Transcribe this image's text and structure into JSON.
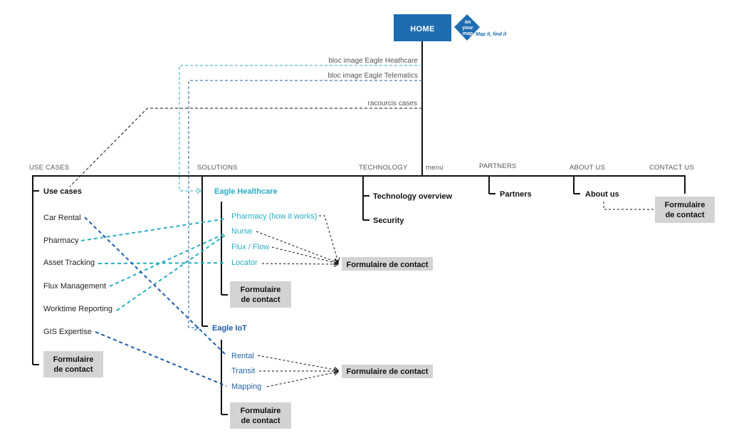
{
  "home": {
    "label": "HOME"
  },
  "logo": {
    "lines": [
      "on",
      "your",
      "map"
    ],
    "tagline": "Map it, find it"
  },
  "annotations": {
    "healthcare_image": "bloc image Eagle Heathcare",
    "telematics_image": "bloc image Eagle Telematics",
    "shortcuts": "racourcis cases",
    "menu": "menu"
  },
  "sections": {
    "use_cases": "USE CASES",
    "solutions": "SOLUTIONS",
    "technology": "TECHNOLOGY",
    "partners": "PARTNERS",
    "about_us": "ABOUT US",
    "contact_us": "CONTACT US"
  },
  "use_cases": {
    "title": "Use cases",
    "items": [
      "Car Rental",
      "Pharmacy",
      "Asset Tracking",
      "Flux Management",
      "Worktime Reporting",
      "GIS Expertise"
    ],
    "contact_form": [
      "Formulaire",
      "de contact"
    ]
  },
  "healthcare": {
    "title": "Eagle Healthcare",
    "items": [
      "Pharmacy (how it works)",
      "Nurse",
      "Flux / Flow",
      "Locator"
    ],
    "contact_form": [
      "Formulaire",
      "de contact"
    ],
    "shared_contact_form": "Formulaire de contact"
  },
  "iot": {
    "title": "Eagle IoT",
    "items": [
      "Rental",
      "Transit",
      "Mapping"
    ],
    "contact_form": [
      "Formulaire",
      "de contact"
    ],
    "shared_contact_form": "Formulaire de contact"
  },
  "technology": {
    "items": [
      "Technology overview",
      "Security"
    ]
  },
  "partners": {
    "items": [
      "Partners"
    ]
  },
  "about_us": {
    "items": [
      "About us"
    ]
  },
  "contact_us": {
    "contact_form": [
      "Formulaire",
      "de contact"
    ]
  },
  "colors": {
    "home_bg": "#1e6db0",
    "healthcare": "#2aaec4",
    "iot": "#1f5da8",
    "box_bg": "#d3d3d3",
    "line": "#111111"
  }
}
